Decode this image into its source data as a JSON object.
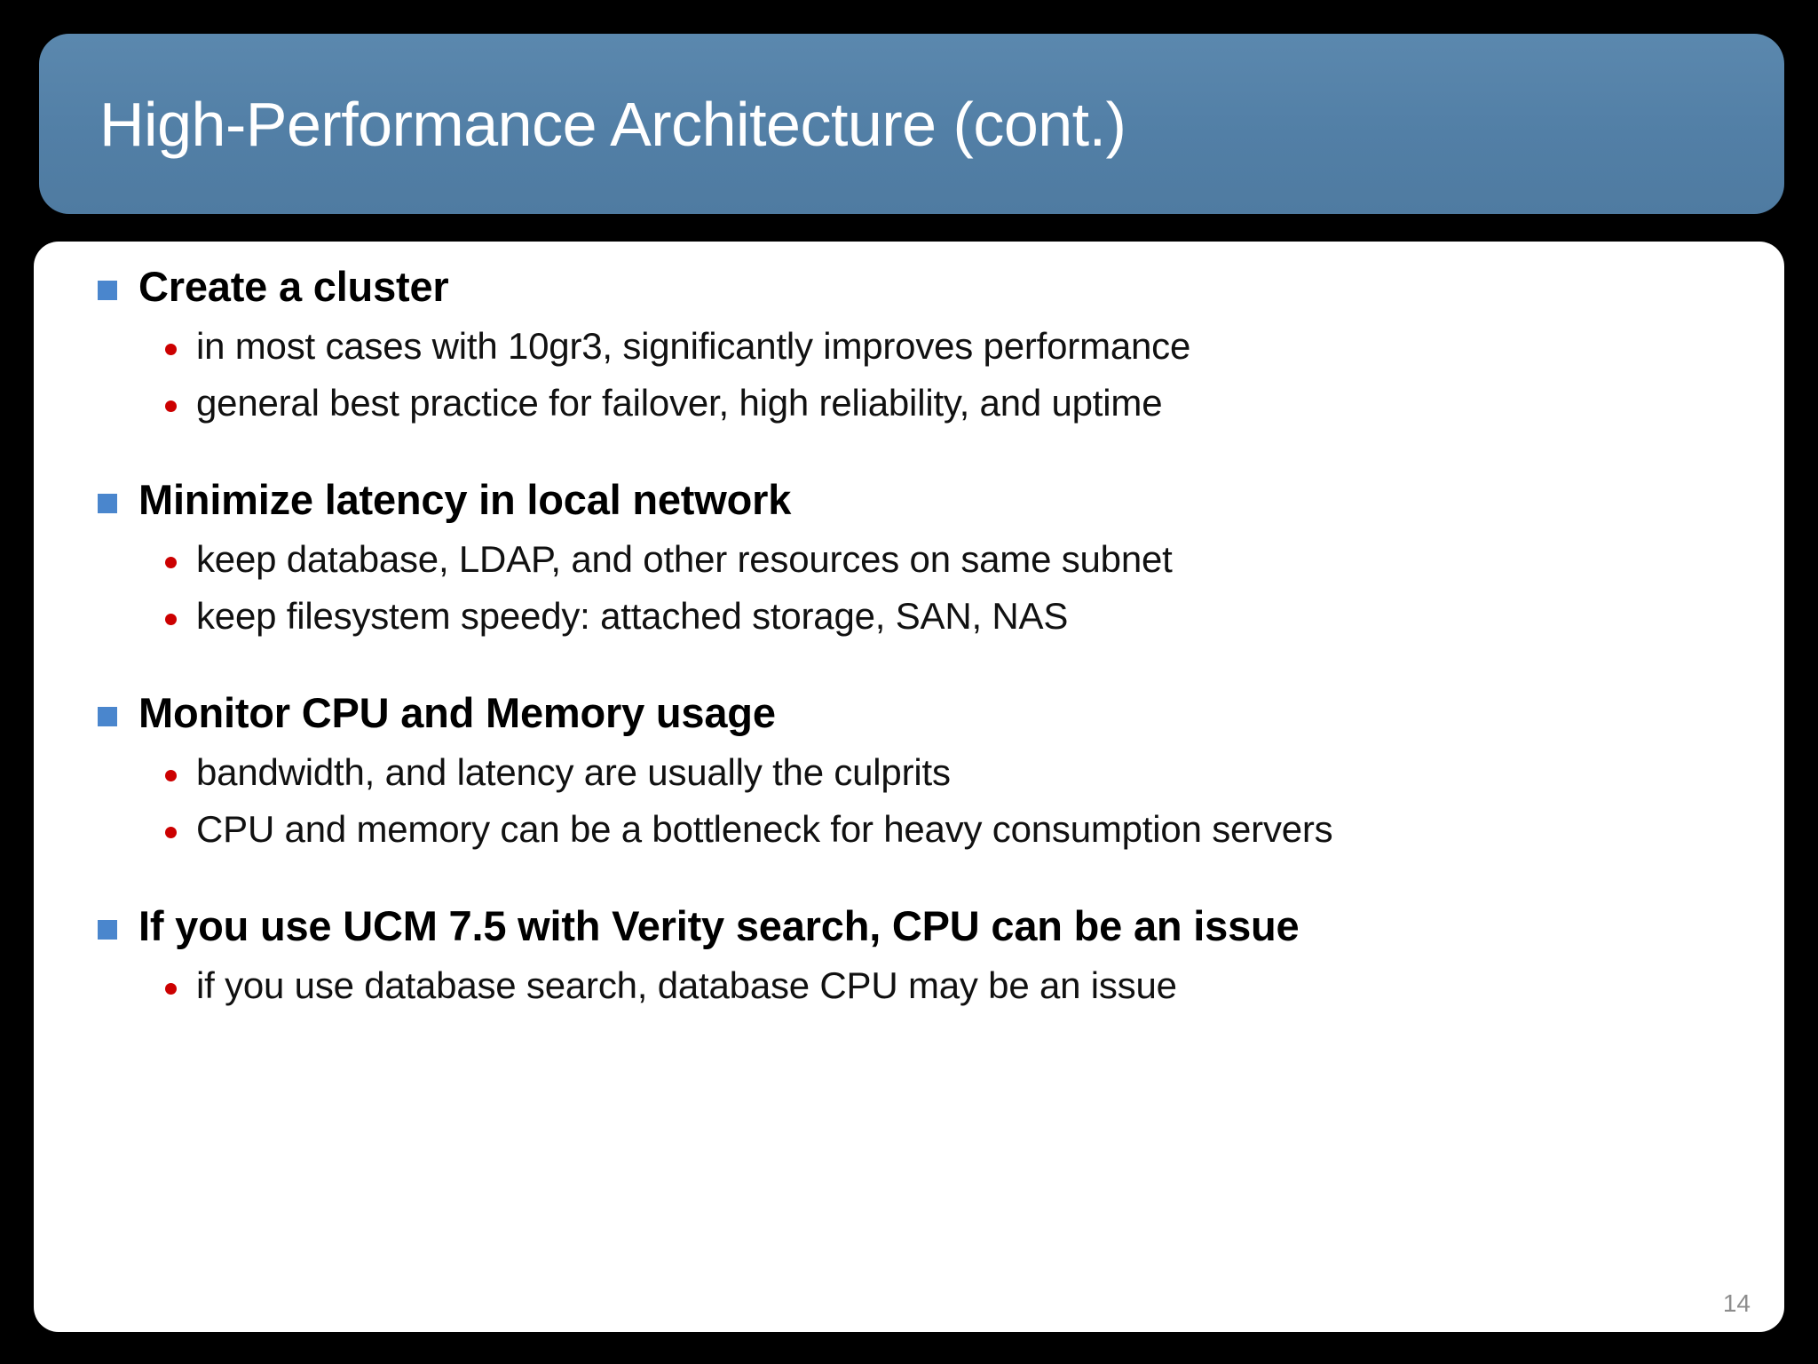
{
  "slide": {
    "title": "High-Performance Architecture (cont.)",
    "page_number": "14",
    "colors": {
      "background": "#000000",
      "title_bar": "#527fa6",
      "title_text": "#ffffff",
      "panel": "#ffffff",
      "level1_bullet": "#4a86cd",
      "level2_bullet": "#cc0000",
      "body_text": "#000000",
      "page_number": "#8d8d8d"
    },
    "groups": [
      {
        "heading": "Create a cluster",
        "items": [
          "in most cases with 10gr3, significantly improves performance",
          "general best practice for failover, high reliability, and uptime"
        ]
      },
      {
        "heading": "Minimize latency in local network",
        "items": [
          "keep database, LDAP, and other resources on same subnet",
          "keep filesystem speedy: attached storage, SAN, NAS"
        ]
      },
      {
        "heading": "Monitor CPU and Memory usage",
        "items": [
          "bandwidth, and latency are usually the culprits",
          "CPU and memory can be a bottleneck for heavy consumption servers"
        ]
      },
      {
        "heading": "If you use UCM 7.5 with Verity search, CPU can be an issue",
        "items": [
          "if you use database search, database CPU may be an issue"
        ]
      }
    ]
  }
}
